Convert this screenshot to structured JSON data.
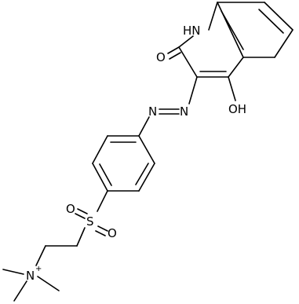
{
  "molecule": {
    "atom_labels": {
      "nh": "HN",
      "carbonyl_o": "O",
      "hydroxyl": "OH",
      "azo_n1": "N",
      "azo_n2": "N",
      "sulfur": "S",
      "sulfonyl_o1": "O",
      "sulfonyl_o2": "O",
      "ammonium_n": "N",
      "ammonium_charge": "+"
    }
  }
}
